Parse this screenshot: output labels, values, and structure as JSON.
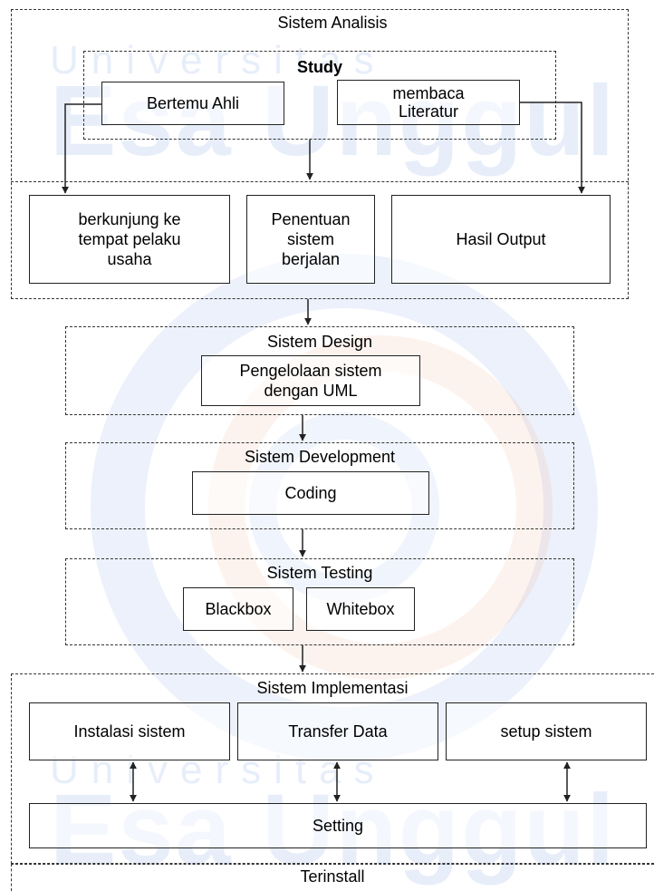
{
  "watermark": {
    "universitas": "Universitas",
    "esa_unggul": "Esa Unggul"
  },
  "analisis": {
    "title": "Sistem Analisis",
    "study": {
      "title": "Study",
      "bertemu_ahli": "Bertemu Ahli",
      "membaca_line1": "membaca",
      "membaca_line2": "Literatur"
    },
    "berkunjung_line1": "berkunjung ke",
    "berkunjung_line2": "tempat pelaku",
    "berkunjung_line3": "usaha",
    "penentuan_line1": "Penentuan",
    "penentuan_line2": "sistem",
    "penentuan_line3": "berjalan",
    "hasil_output": "Hasil Output"
  },
  "design": {
    "title": "Sistem Design",
    "box_line1": "Pengelolaan sistem",
    "box_line2": "dengan UML"
  },
  "development": {
    "title": "Sistem Development",
    "coding": "Coding"
  },
  "testing": {
    "title": "Sistem Testing",
    "blackbox": "Blackbox",
    "whitebox": "Whitebox"
  },
  "implementasi": {
    "title": "Sistem Implementasi",
    "instalasi": "Instalasi sistem",
    "transfer": "Transfer Data",
    "setup": "setup sistem",
    "setting": "Setting"
  },
  "terinstall": "Terinstall",
  "colors": {
    "watermark_blue": "#4678d7",
    "watermark_orange": "#f0a070",
    "line": "#222222"
  }
}
